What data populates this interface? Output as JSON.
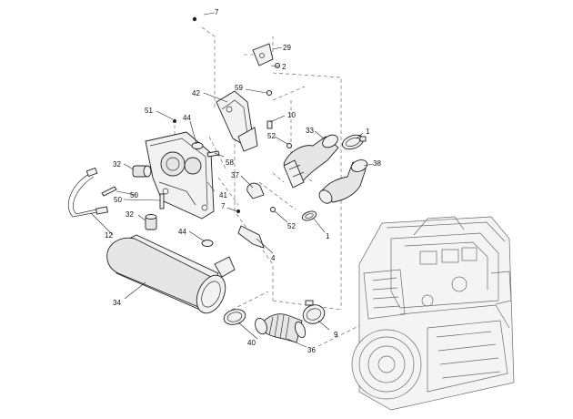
{
  "callouts": [
    {
      "id": "c7a",
      "text": "7"
    },
    {
      "id": "c29",
      "text": "29"
    },
    {
      "id": "c2",
      "text": "2"
    },
    {
      "id": "c59",
      "text": "59"
    },
    {
      "id": "c42",
      "text": "42"
    },
    {
      "id": "c51",
      "text": "51"
    },
    {
      "id": "c44a",
      "text": "44"
    },
    {
      "id": "c10",
      "text": "10"
    },
    {
      "id": "c33",
      "text": "33"
    },
    {
      "id": "c1a",
      "text": "1"
    },
    {
      "id": "c52a",
      "text": "52"
    },
    {
      "id": "c58",
      "text": "58"
    },
    {
      "id": "c38",
      "text": "38"
    },
    {
      "id": "c32a",
      "text": "32"
    },
    {
      "id": "c37",
      "text": "37"
    },
    {
      "id": "c50a",
      "text": "50"
    },
    {
      "id": "c41",
      "text": "41"
    },
    {
      "id": "c50b",
      "text": "50"
    },
    {
      "id": "c7b",
      "text": "7"
    },
    {
      "id": "c32b",
      "text": "32"
    },
    {
      "id": "c52b",
      "text": "52"
    },
    {
      "id": "c1b",
      "text": "1"
    },
    {
      "id": "c44b",
      "text": "44"
    },
    {
      "id": "c12",
      "text": "12"
    },
    {
      "id": "c4",
      "text": "4"
    },
    {
      "id": "c34",
      "text": "34"
    },
    {
      "id": "c9",
      "text": "9"
    },
    {
      "id": "c40",
      "text": "40"
    },
    {
      "id": "c36",
      "text": "36"
    }
  ]
}
